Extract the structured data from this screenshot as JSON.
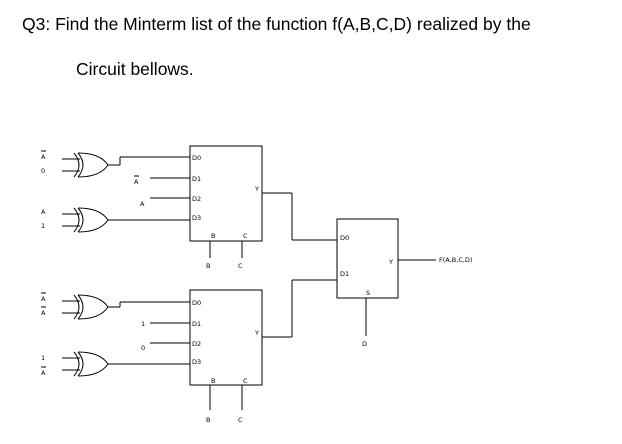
{
  "question": {
    "line1": "Q3: Find the Minterm list of the function f(A,B,C,D) realized by the",
    "line2": "Circuit bellows."
  },
  "gates": [
    {
      "in1": "A",
      "in2": "0",
      "in1_bar": true
    },
    {
      "in1": "A",
      "in2": "1",
      "in1_bar": false
    },
    {
      "in1": "A",
      "in2": "A",
      "in1_bar": true,
      "in2_bar": true
    },
    {
      "in1": "1",
      "in2": "A",
      "in2_bar": true
    }
  ],
  "mux_top": {
    "inputs": [
      "D0",
      "D1",
      "D2",
      "D3"
    ],
    "selects": [
      "B",
      "C"
    ],
    "output": "Y",
    "const_inputs": [
      {
        "label": "A",
        "bar": true
      },
      {
        "label": "A",
        "bar": false
      }
    ],
    "select_sources": [
      "B",
      "C"
    ]
  },
  "mux_bottom": {
    "inputs": [
      "D0",
      "D1",
      "D2",
      "D3"
    ],
    "selects": [
      "B",
      "C"
    ],
    "output": "Y",
    "const_inputs": [
      {
        "label": "1",
        "bar": false
      },
      {
        "label": "0",
        "bar": false
      }
    ],
    "select_sources": [
      "B",
      "C"
    ]
  },
  "mux_final": {
    "inputs": [
      "D0",
      "D1"
    ],
    "select": "S",
    "select_source": "D",
    "output": "Y",
    "function_label": "F(A,B,C,D)"
  }
}
